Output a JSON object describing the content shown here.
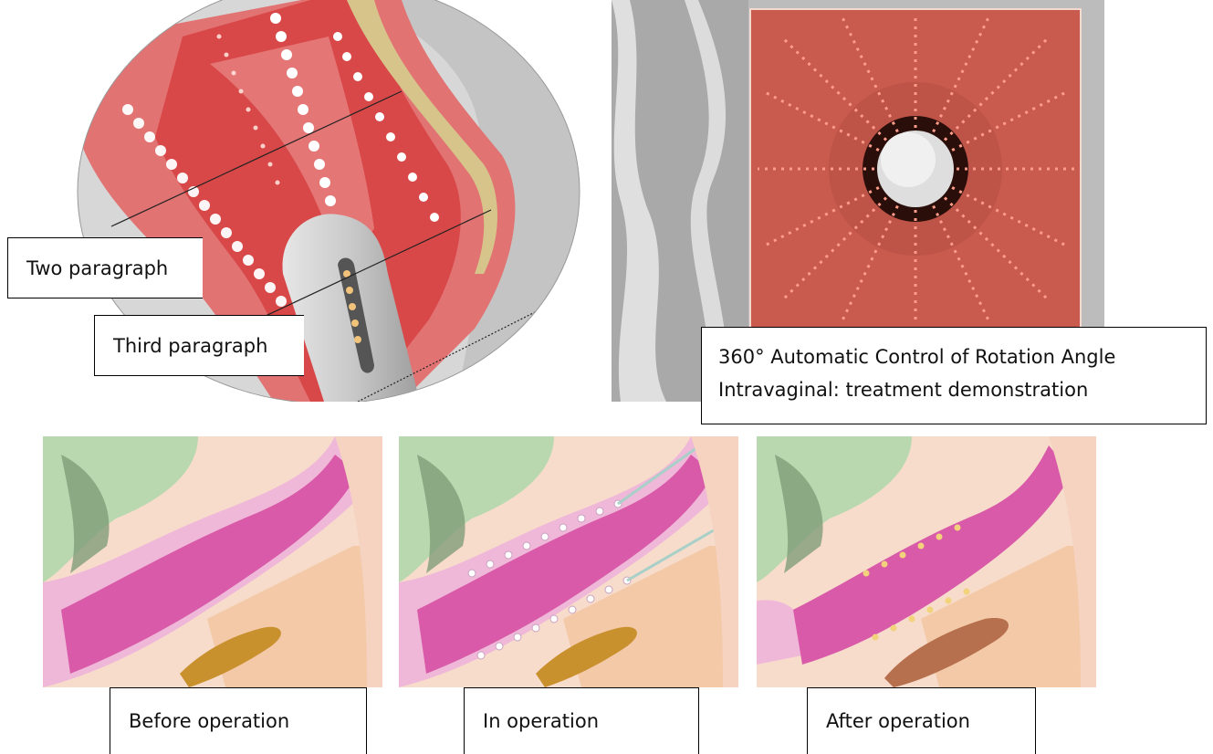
{
  "labels": {
    "two_paragraph": "Two paragraph",
    "third_paragraph": "Third paragraph",
    "rotation_line1": "360° Automatic Control of Rotation Angle",
    "rotation_line2": "Intravaginal: treatment demonstration",
    "before": "Before operation",
    "during": "In operation",
    "after": "After operation"
  },
  "colors": {
    "tissue_red": "#e05a5a",
    "tissue_pink": "#d85aa8",
    "probe_grey": "#cfcfcf",
    "laser_dot": "#fff4d6",
    "muscle_peach": "#f3c9a8",
    "bladder_green": "#b9d8b0"
  },
  "icons": {
    "probe": "probe-icon",
    "laser_rays": "laser-rays-icon",
    "anatomy": "anatomy-cross-section-icon"
  }
}
